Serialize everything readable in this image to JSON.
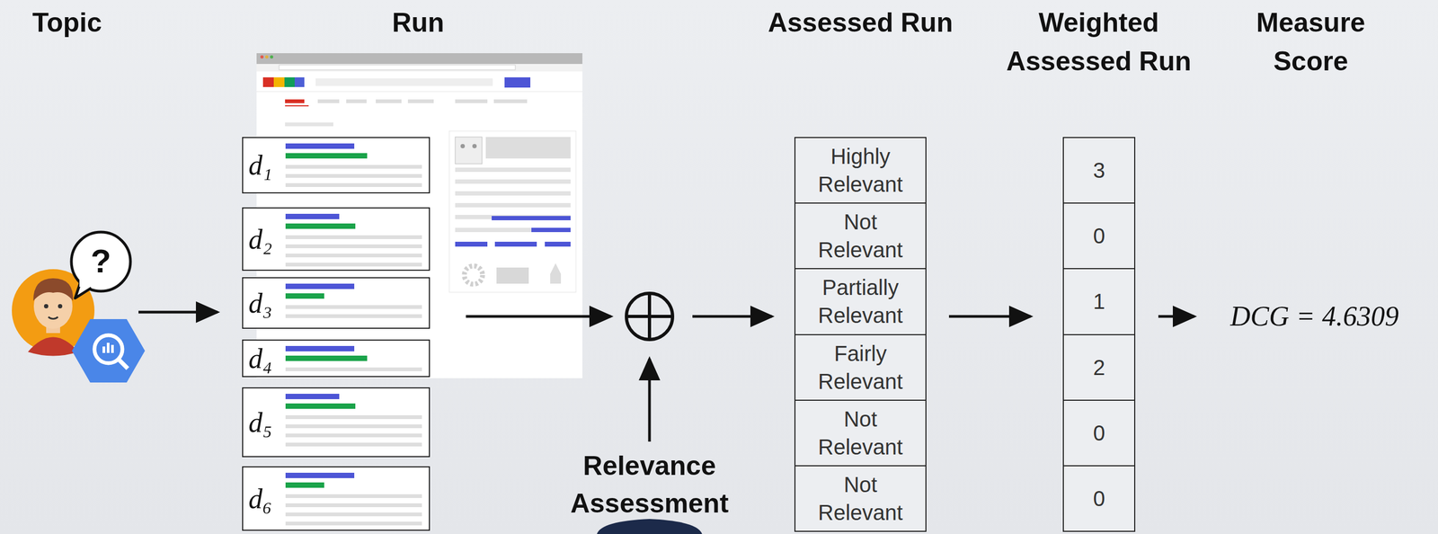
{
  "diagram": {
    "nodes": [
      {
        "text": [
          "d₁"
        ]
      },
      {
        "text": [
          "d₂"
        ]
      },
      {
        "text": [
          "d₃"
        ]
      },
      {
        "text": [
          "d₄"
        ]
      },
      {
        "text": [
          "d₅"
        ]
      },
      {
        "text": [
          "d₆"
        ]
      },
      {
        "text": [
          "Highly Relevant"
        ]
      },
      {
        "text": [
          "Not Relevant"
        ]
      },
      {
        "text": [
          "Partially Relevant"
        ]
      },
      {
        "text": [
          "Fairly Relevant"
        ]
      },
      {
        "text": [
          "Not Relevant"
        ]
      },
      {
        "text": [
          "Not Relevant"
        ]
      },
      {
        "text": [
          "3"
        ]
      },
      {
        "text": [
          "0"
        ]
      },
      {
        "text": [
          "1"
        ]
      },
      {
        "text": [
          "2"
        ]
      },
      {
        "text": [
          "0"
        ]
      },
      {
        "text": [
          "0"
        ]
      }
    ],
    "labels": [
      "Topic",
      "Run",
      "Assessed Run",
      "Weighted Assessed Run",
      "Measure Score",
      "?",
      "Relevance Assessment",
      "DCG = 4.6309"
    ]
  }
}
